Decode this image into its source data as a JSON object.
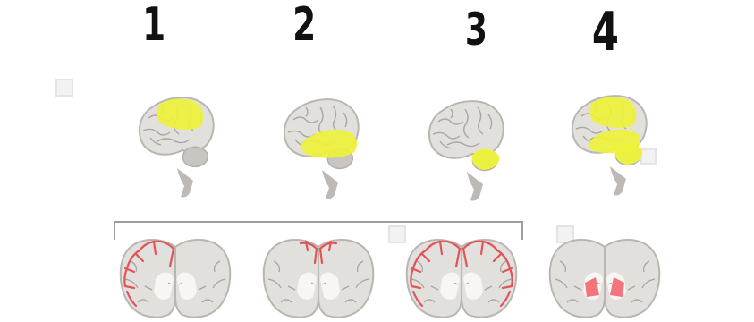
{
  "labels": [
    "1",
    "2",
    "3",
    "4"
  ],
  "colors": {
    "background": "#ffffff",
    "brain_fill": "#e2e0dc",
    "brain_outline": "#b9b6b1",
    "highlight_yellow": "#eef23a",
    "cortex_red": "#e0545a",
    "nuclei_pink": "#f3747a",
    "bracket": "#9e9e9e"
  },
  "icons": [
    "lateral-brain-icon",
    "coronal-brain-section-icon"
  ]
}
